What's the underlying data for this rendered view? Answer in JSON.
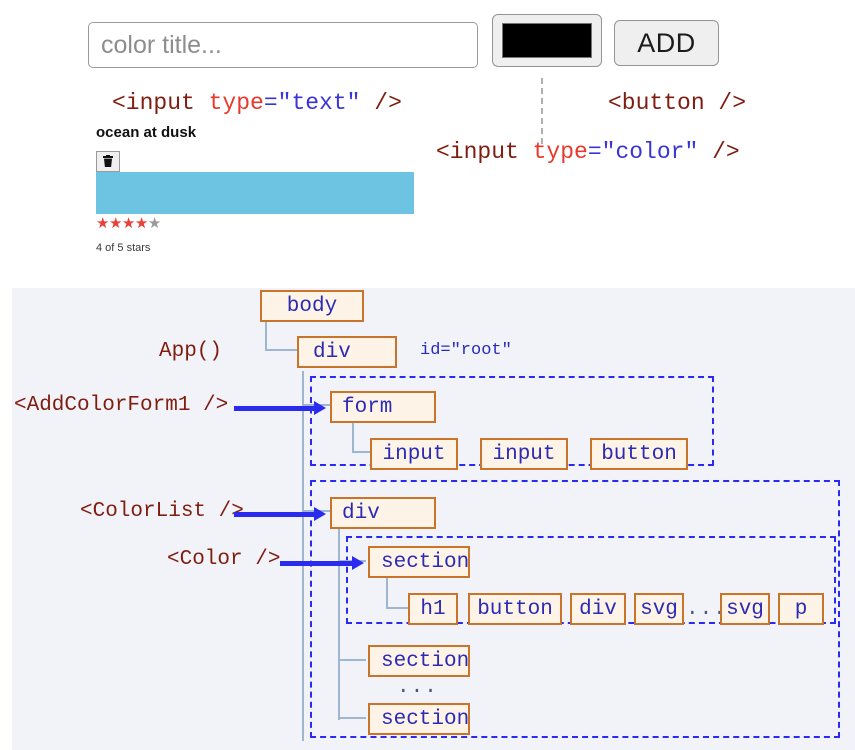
{
  "app": {
    "title_input": {
      "placeholder": "color title...",
      "value": ""
    },
    "color_input": {
      "value": "#000000"
    },
    "add_button": {
      "label": "ADD"
    },
    "annotations": {
      "text_input": {
        "tag_open": "<input ",
        "attr": "type",
        "eq_str": "=\"text\"",
        "tag_close": " />"
      },
      "color_input": {
        "tag_open": "<input ",
        "attr": "type",
        "eq_str": "=\"color\"",
        "tag_close": " />"
      },
      "button": {
        "text": "<button />"
      }
    },
    "color_card": {
      "title": "ocean at dusk",
      "swatch_color": "#6dc4e2",
      "delete_icon": "trash-icon",
      "rating": 4,
      "rating_max": 5,
      "rating_label": "4 of 5 stars",
      "star_on_color": "#e8403a",
      "star_off_color": "#9a9a9a"
    }
  },
  "diagram": {
    "background": "#f1f3f8",
    "node_fill": "#fdf4e7",
    "node_border": "#c8742a",
    "node_text_color": "#2b2bb5",
    "component_color": "#2b2bf0",
    "label_color": "#7f1d10",
    "nodes": {
      "body": "body",
      "root_div": "div",
      "root_attr": "id=\"root\"",
      "form": "form",
      "form_input_1": "input",
      "form_input_2": "input",
      "form_button": "button",
      "list_div": "div",
      "section_1": "section",
      "color_h1": "h1",
      "color_button": "button",
      "color_div": "div",
      "color_svg_1": "svg",
      "color_svg_ellipsis": "...",
      "color_svg_2": "svg",
      "color_p": "p",
      "section_2": "section",
      "section_ellipsis": "...",
      "section_3": "section"
    },
    "labels": {
      "app": "App()",
      "add_color_form": "<AddColorForm1 />",
      "color_list": "<ColorList />",
      "color": "<Color />"
    }
  }
}
